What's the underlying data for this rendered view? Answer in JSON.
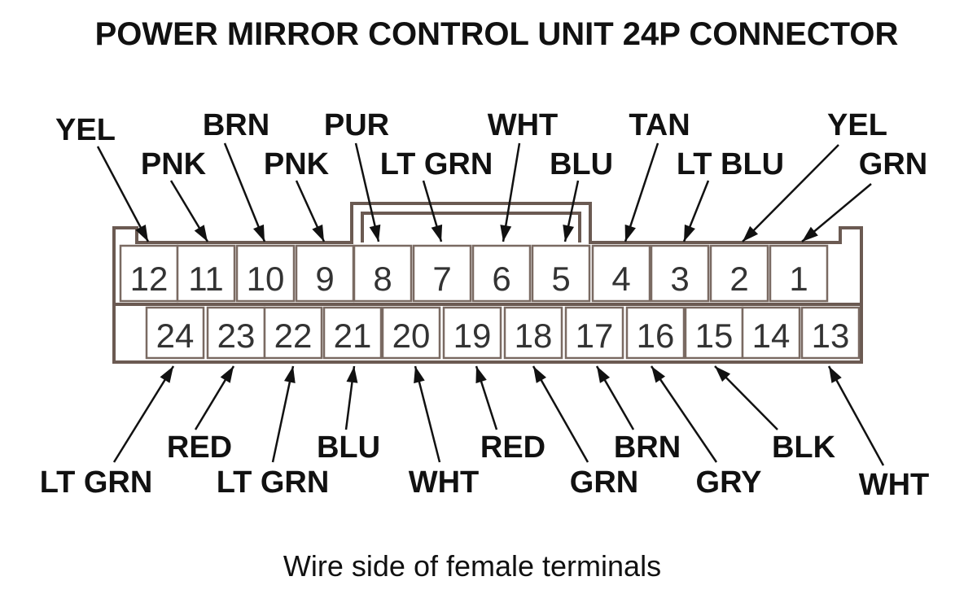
{
  "title": "POWER MIRROR CONTROL UNIT 24P CONNECTOR",
  "caption": "Wire side of female terminals",
  "top_row_pins": [
    "12",
    "11",
    "10",
    "9",
    "8",
    "7",
    "6",
    "5",
    "4",
    "3",
    "2",
    "1"
  ],
  "bottom_row_pins": [
    "24",
    "23",
    "22",
    "21",
    "20",
    "19",
    "18",
    "17",
    "16",
    "15",
    "14",
    "13"
  ],
  "top_wires": [
    {
      "pin": "12",
      "color": "YEL"
    },
    {
      "pin": "11",
      "color": "PNK"
    },
    {
      "pin": "10",
      "color": "BRN"
    },
    {
      "pin": "9",
      "color": "PNK"
    },
    {
      "pin": "8",
      "color": "PUR"
    },
    {
      "pin": "7",
      "color": "LT GRN"
    },
    {
      "pin": "6",
      "color": "WHT"
    },
    {
      "pin": "5",
      "color": "BLU"
    },
    {
      "pin": "4",
      "color": "TAN"
    },
    {
      "pin": "3",
      "color": "LT BLU"
    },
    {
      "pin": "2",
      "color": "YEL"
    },
    {
      "pin": "1",
      "color": "GRN"
    }
  ],
  "bottom_wires": [
    {
      "pin": "24",
      "color": "LT GRN"
    },
    {
      "pin": "23",
      "color": "RED"
    },
    {
      "pin": "22",
      "color": "LT GRN"
    },
    {
      "pin": "21",
      "color": "BLU"
    },
    {
      "pin": "20",
      "color": "WHT"
    },
    {
      "pin": "19",
      "color": "RED"
    },
    {
      "pin": "18",
      "color": "GRN"
    },
    {
      "pin": "17",
      "color": "BRN"
    },
    {
      "pin": "16",
      "color": "GRY"
    },
    {
      "pin": "15",
      "color": "BLK"
    },
    {
      "pin": "13",
      "color": "WHT"
    }
  ]
}
